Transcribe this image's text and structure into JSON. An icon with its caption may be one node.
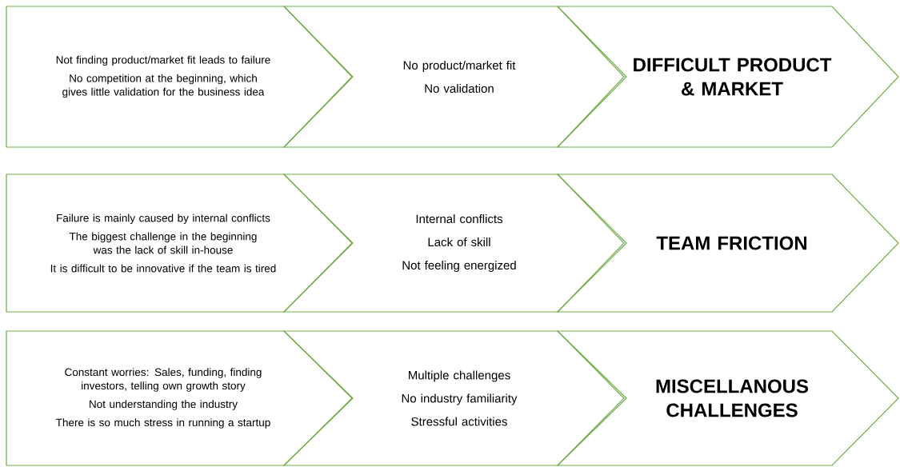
{
  "diagram": {
    "nodes": [
      {
        "text": [
          "Not finding product/market fit leads to failure",
          "No competition at the beginning, which gives little validation for the business idea"
        ]
      },
      {
        "text": [
          "No product/market fit",
          "No validation"
        ]
      },
      {
        "text": [
          "DIFFICULT PRODUCT & MARKET"
        ]
      },
      {
        "text": [
          "Failure is mainly caused by internal conflicts",
          "The biggest challenge in the beginning was the lack of skill in-house",
          "It is difficult to be innovative if the team is tired"
        ]
      },
      {
        "text": [
          "Internal conflicts",
          "Lack of skill",
          "Not feeling energized"
        ]
      },
      {
        "text": [
          "TEAM FRICTION"
        ]
      },
      {
        "text": [
          "Constant worries: Sales, funding, finding investors, telling own growth story",
          "Not understanding the industry",
          "There is so much stress in running a startup"
        ]
      },
      {
        "text": [
          "Multiple challenges",
          "No industry familiarity",
          "Stressful activities"
        ]
      },
      {
        "text": [
          "MISCELLANOUS CHALLENGES"
        ]
      }
    ]
  }
}
